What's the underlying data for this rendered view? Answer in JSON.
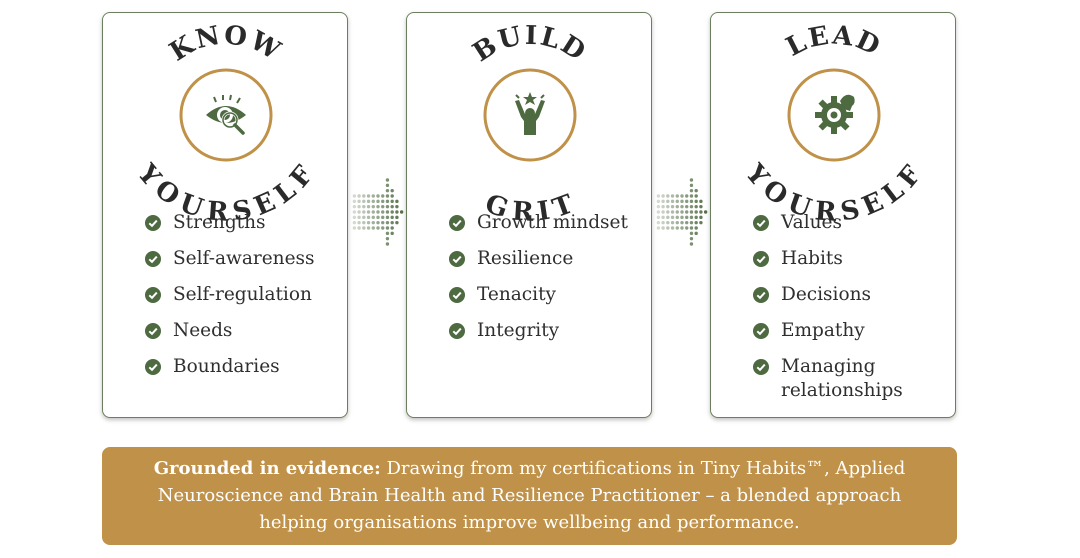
{
  "colors": {
    "green": "#4e6a41",
    "gold": "#c09148",
    "border": "#6b7f5e",
    "text": "#2f2f2f"
  },
  "cards": [
    {
      "top_word": "KNOW",
      "bottom_word": "YOURSELF",
      "icon": "eye-magnifier-icon",
      "items": [
        "Strengths",
        "Self-awareness",
        "Self-regulation",
        "Needs",
        "Boundaries"
      ]
    },
    {
      "top_word": "BUILD",
      "bottom_word": "GRIT",
      "icon": "raised-arms-star-icon",
      "items": [
        "Growth mindset",
        "Resilience",
        "Tenacity",
        "Integrity"
      ]
    },
    {
      "top_word": "LEAD",
      "bottom_word": "YOURSELF",
      "icon": "gear-head-icon",
      "items": [
        "Values",
        "Habits",
        "Decisions",
        "Empathy",
        "Managing relationships"
      ]
    }
  ],
  "arrows": [
    "dotted-arrow-right-icon",
    "dotted-arrow-right-icon"
  ],
  "evidence": {
    "lead": "Grounded in evidence:",
    "text": " Drawing from my certifications in Tiny Habits™, Applied Neuroscience and Brain Health and Resilience Practitioner – a blended approach helping organisations improve wellbeing and performance."
  }
}
